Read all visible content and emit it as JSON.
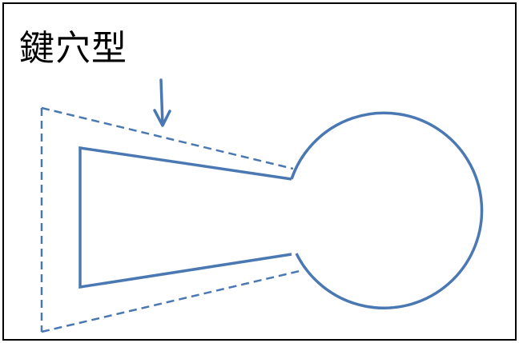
{
  "title": "鍵穴型",
  "colors": {
    "stroke": "#4a78b3",
    "frame": "#000000",
    "background": "#ffffff"
  },
  "diagram": {
    "shape": "keyhole",
    "outer_outline": "dashed",
    "inner_outline": "solid",
    "pointer": "arrow-down"
  }
}
